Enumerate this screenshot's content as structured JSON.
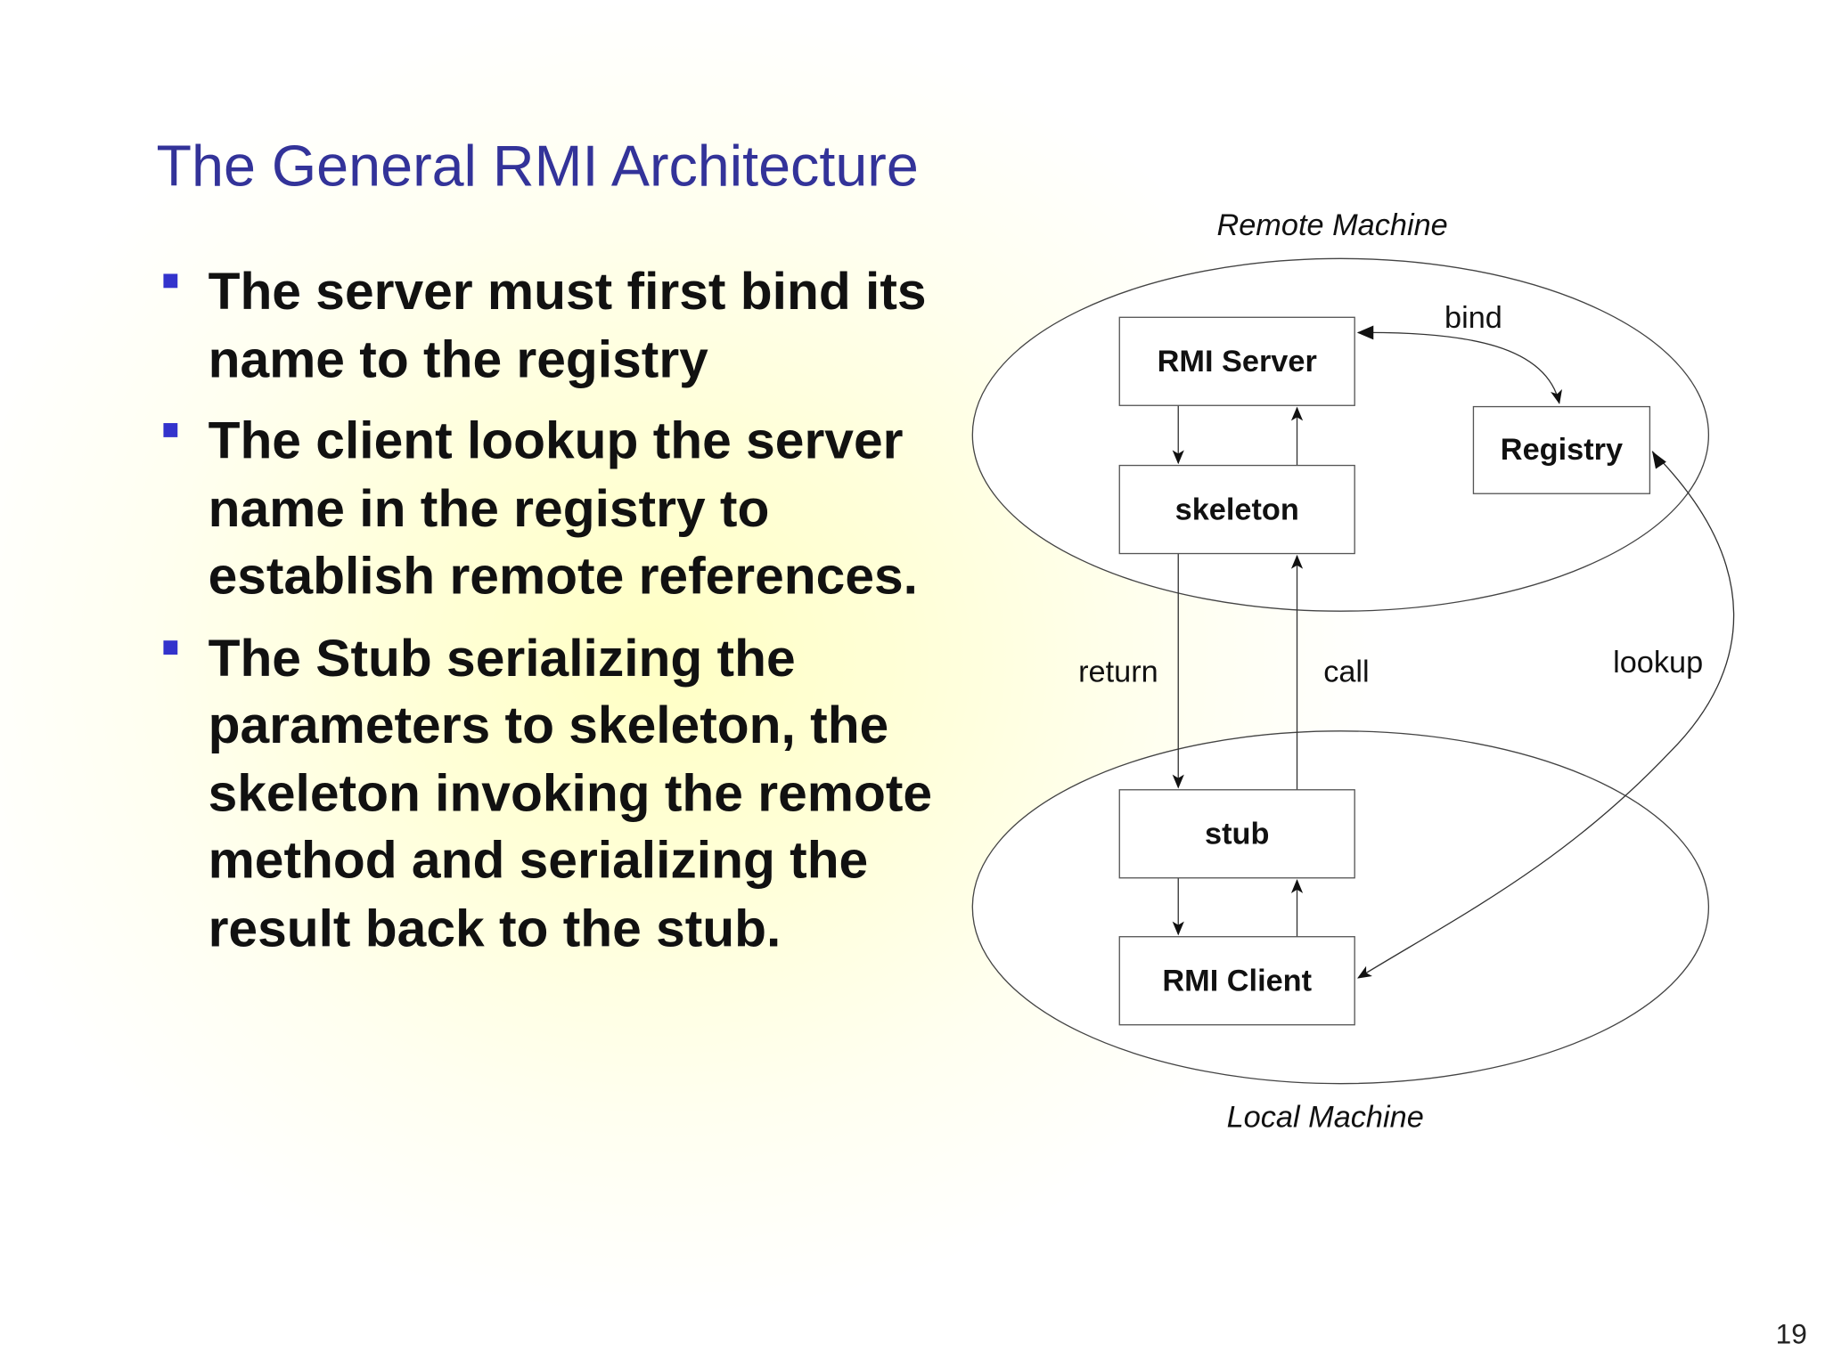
{
  "slide": {
    "title": "The General RMI Architecture",
    "bullets": [
      "The server must first bind its name to the registry",
      "The client lookup the server name in the registry to establish remote references.",
      "The Stub serializing the parameters to skeleton, the skeleton invoking the remote method and serializing the result back to the stub."
    ],
    "page_number": "19",
    "colors": {
      "title": "#333399",
      "bullet": "#3333cc",
      "background": "#ffffc4"
    }
  },
  "diagram": {
    "remote_label": "Remote Machine",
    "local_label": "Local Machine",
    "boxes": {
      "server": "RMI Server",
      "skeleton": "skeleton",
      "registry": "Registry",
      "stub": "stub",
      "client": "RMI Client"
    },
    "edges": {
      "bind": "bind",
      "return": "return",
      "call": "call",
      "lookup": "lookup"
    }
  }
}
